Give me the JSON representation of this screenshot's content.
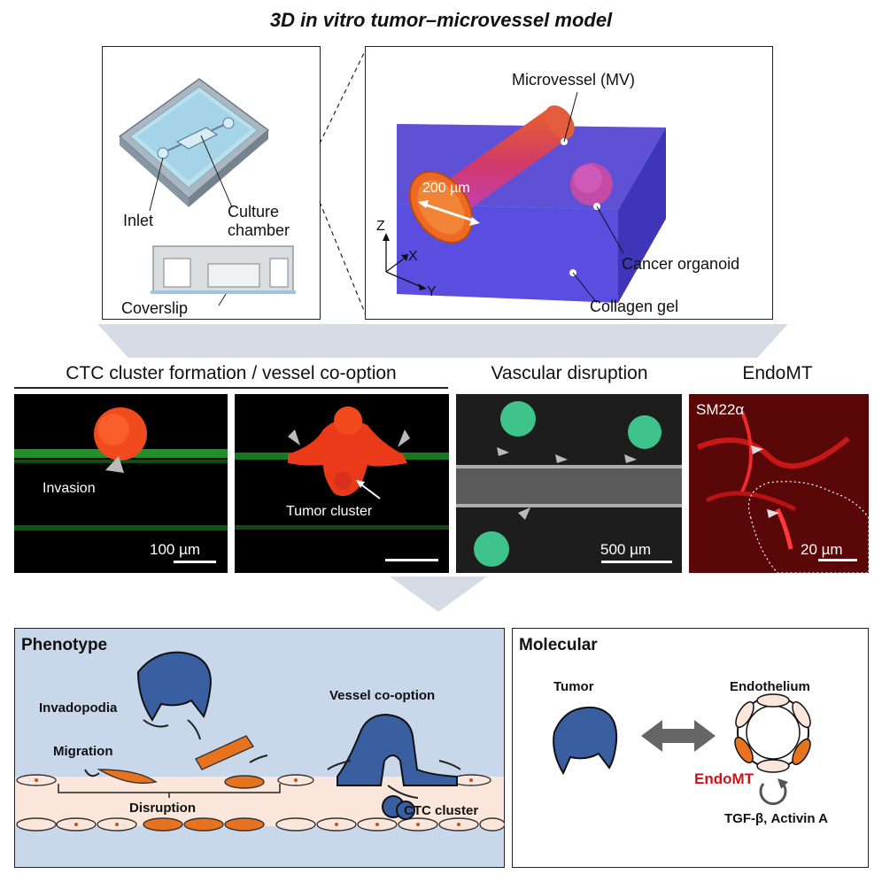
{
  "title": "3D in vitro tumor–microvessel model",
  "device": {
    "inlet": "Inlet",
    "culture": "Culture",
    "chamber": "chamber",
    "coverslip": "Coverslip"
  },
  "model3d": {
    "microvessel": "Microvessel (MV)",
    "diameter": "200 µm",
    "organoid": "Cancer organoid",
    "gel": "Collagen gel",
    "axes": {
      "z": "Z",
      "x": "X",
      "y": "Y"
    }
  },
  "headings": {
    "ctc": "CTC cluster formation / vessel co-option",
    "disruption": "Vascular disruption",
    "endomt": "EndoMT"
  },
  "micrographs": {
    "invasion": "Invasion",
    "scale1": "100 µm",
    "tumor_cluster": "Tumor cluster",
    "scale3": "500 µm",
    "stain": "SM22α",
    "scale4": "20 µm"
  },
  "phenotype": {
    "title": "Phenotype",
    "invadopodia": "Invadopodia",
    "migration": "Migration",
    "disruption": "Disruption",
    "co_option": "Vessel co-option",
    "ctc_cluster": "CTC cluster"
  },
  "molecular": {
    "title": "Molecular",
    "tumor": "Tumor",
    "endothelium": "Endothelium",
    "endomt": "EndoMT",
    "factors": "TGF-β, Activin A"
  },
  "colors": {
    "tumor_blue": "#3a5fa0",
    "endothelial_orange": "#e8731f",
    "endomt_red": "#c8161d",
    "phenotype_bg": "#c9d7ea",
    "gel_blue": "#5a4ee0"
  }
}
